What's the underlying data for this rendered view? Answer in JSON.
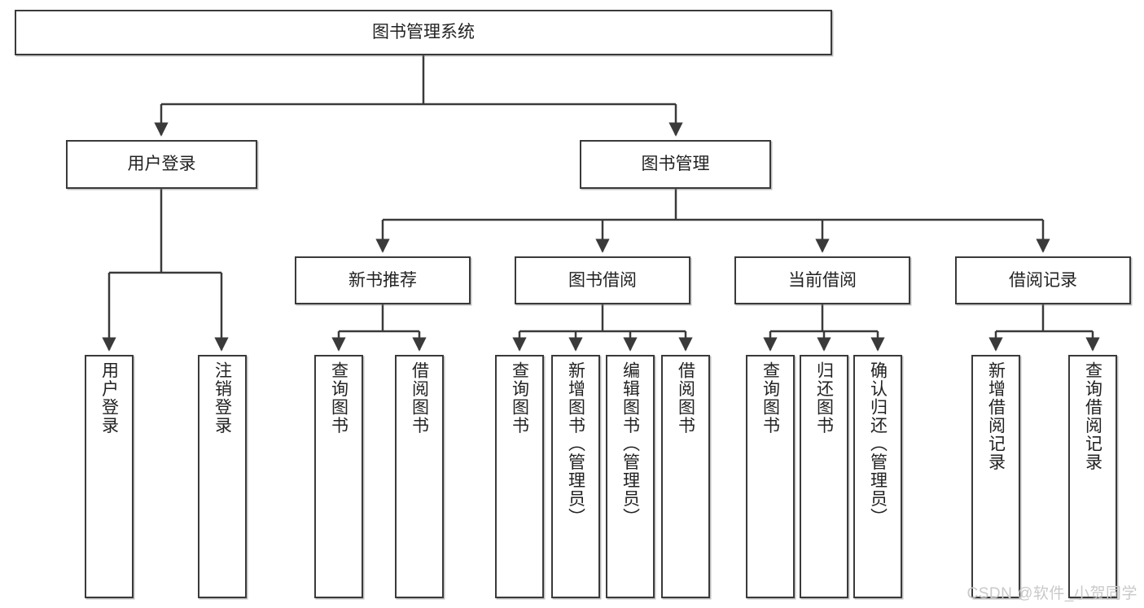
{
  "diagram": {
    "title": "图书管理系统",
    "root": {
      "label": "图书管理系统"
    },
    "level2": [
      {
        "label": "用户登录"
      },
      {
        "label": "图书管理"
      }
    ],
    "level3": [
      {
        "label": "新书推荐"
      },
      {
        "label": "图书借阅"
      },
      {
        "label": "当前借阅"
      },
      {
        "label": "借阅记录"
      }
    ],
    "leaves": {
      "user_login": [
        {
          "label": "用户登录"
        },
        {
          "label": "注销登录"
        }
      ],
      "new_book": [
        {
          "label": "查询图书"
        },
        {
          "label": "借阅图书"
        }
      ],
      "book_borrow": [
        {
          "label": "查询图书"
        },
        {
          "label": "新增图书（管理员）"
        },
        {
          "label": "编辑图书（管理员）"
        },
        {
          "label": "借阅图书"
        }
      ],
      "current_borrow": [
        {
          "label": "查询图书"
        },
        {
          "label": "归还图书"
        },
        {
          "label": "确认归还（管理员）"
        }
      ],
      "borrow_record": [
        {
          "label": "新增借阅记录"
        },
        {
          "label": "查询借阅记录"
        }
      ]
    }
  },
  "watermark": {
    "text": "CSDN @软件_小贺同学"
  },
  "colors": {
    "border": "#3a3a3a",
    "background": "#ffffff",
    "text": "#222222",
    "watermark": "#c9c9c9"
  }
}
